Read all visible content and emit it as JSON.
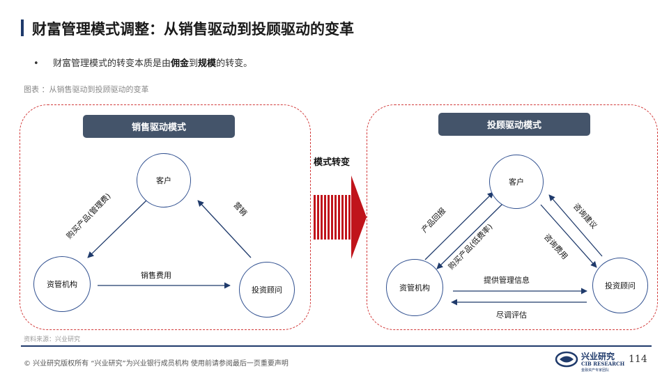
{
  "slide": {
    "title": "财富管理模式调整：从销售驱动到投顾驱动的变革",
    "bullet_pre": "财富管理模式的转变本质是由",
    "bullet_bold1": "佣金",
    "bullet_mid": "到",
    "bullet_bold2": "规模",
    "bullet_post": "的转变。",
    "caption": "图表 ：从销售驱动到投顾驱动的变革",
    "source": "资料来源：兴业研究"
  },
  "left_panel": {
    "header": "销售驱动模式",
    "node_client": "客户",
    "node_am": "资管机构",
    "node_advisor": "投资顾问",
    "edge_buy": "购买产品(管理费)",
    "edge_sell": "营销",
    "edge_fee": "销售费用"
  },
  "transition": {
    "label": "模式转变"
  },
  "right_panel": {
    "header": "投顾驱动模式",
    "node_client": "客户",
    "node_am": "资管机构",
    "node_advisor": "投资顾问",
    "edge_return": "产品回报",
    "edge_buy": "购买产品(低费率)",
    "edge_advice": "咨询建议",
    "edge_consult_fee": "咨询费用",
    "edge_info": "提供管理信息",
    "edge_dd": "尽调评估"
  },
  "footer": {
    "text": "©  兴业研究版权所有    “兴业研究”为兴业银行成员机构    使用前请参阅最后一页重要声明",
    "logo_cn": "兴业研究",
    "logo_en": "CIB RESEARCH",
    "logo_sub": "金融资产专家团队",
    "page": "114"
  },
  "colors": {
    "accent": "#1f3a6b",
    "dash": "#d23a3a",
    "arrow_red": "#c0141b",
    "header_bg": "#44546a"
  }
}
